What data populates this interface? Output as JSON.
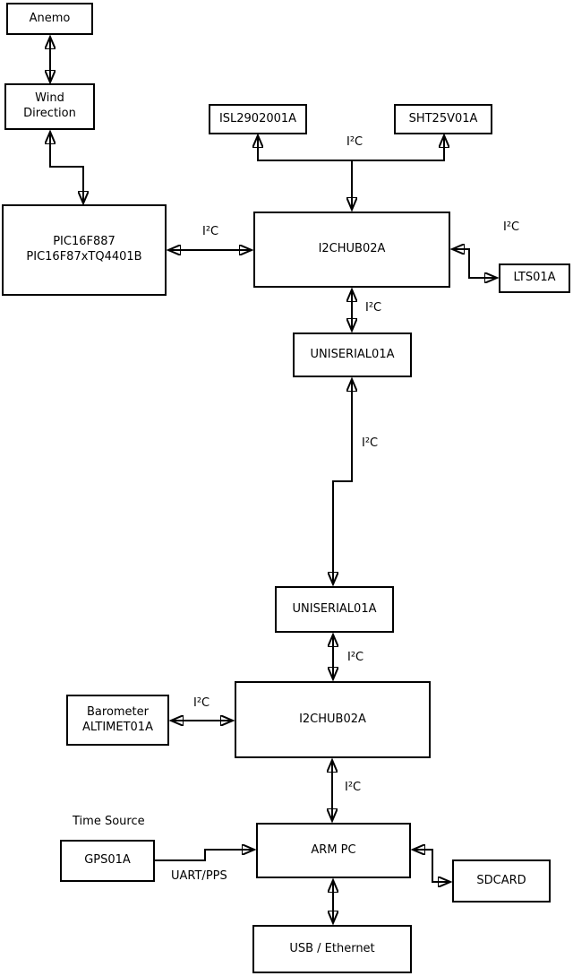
{
  "boxes": {
    "anemo": {
      "label": "Anemo"
    },
    "wind_direction": {
      "line1": "Wind",
      "line2": "Direction"
    },
    "pic": {
      "line1": "PIC16F887",
      "line2": "PIC16F87xTQ4401B"
    },
    "isl": {
      "label": "ISL2902001A"
    },
    "sht": {
      "label": "SHT25V01A"
    },
    "i2chub_top": {
      "label": "I2CHUB02A"
    },
    "lts": {
      "label": "LTS01A"
    },
    "uniserial_top": {
      "label": "UNISERIAL01A"
    },
    "uniserial_bottom": {
      "label": "UNISERIAL01A"
    },
    "i2chub_bottom": {
      "label": "I2CHUB02A"
    },
    "barometer": {
      "line1": "Barometer",
      "line2": "ALTIMET01A"
    },
    "gps": {
      "label": "GPS01A"
    },
    "arm_pc": {
      "label": "ARM PC"
    },
    "sdcard": {
      "label": "SDCARD"
    },
    "usb_ethernet": {
      "label": "USB / Ethernet"
    }
  },
  "labels": {
    "i2c": "I²C",
    "uart_pps": "UART/PPS",
    "time_source": "Time Source"
  },
  "colors": {
    "line": "#000000",
    "background": "#ffffff",
    "box_fill": "#ffffff"
  }
}
